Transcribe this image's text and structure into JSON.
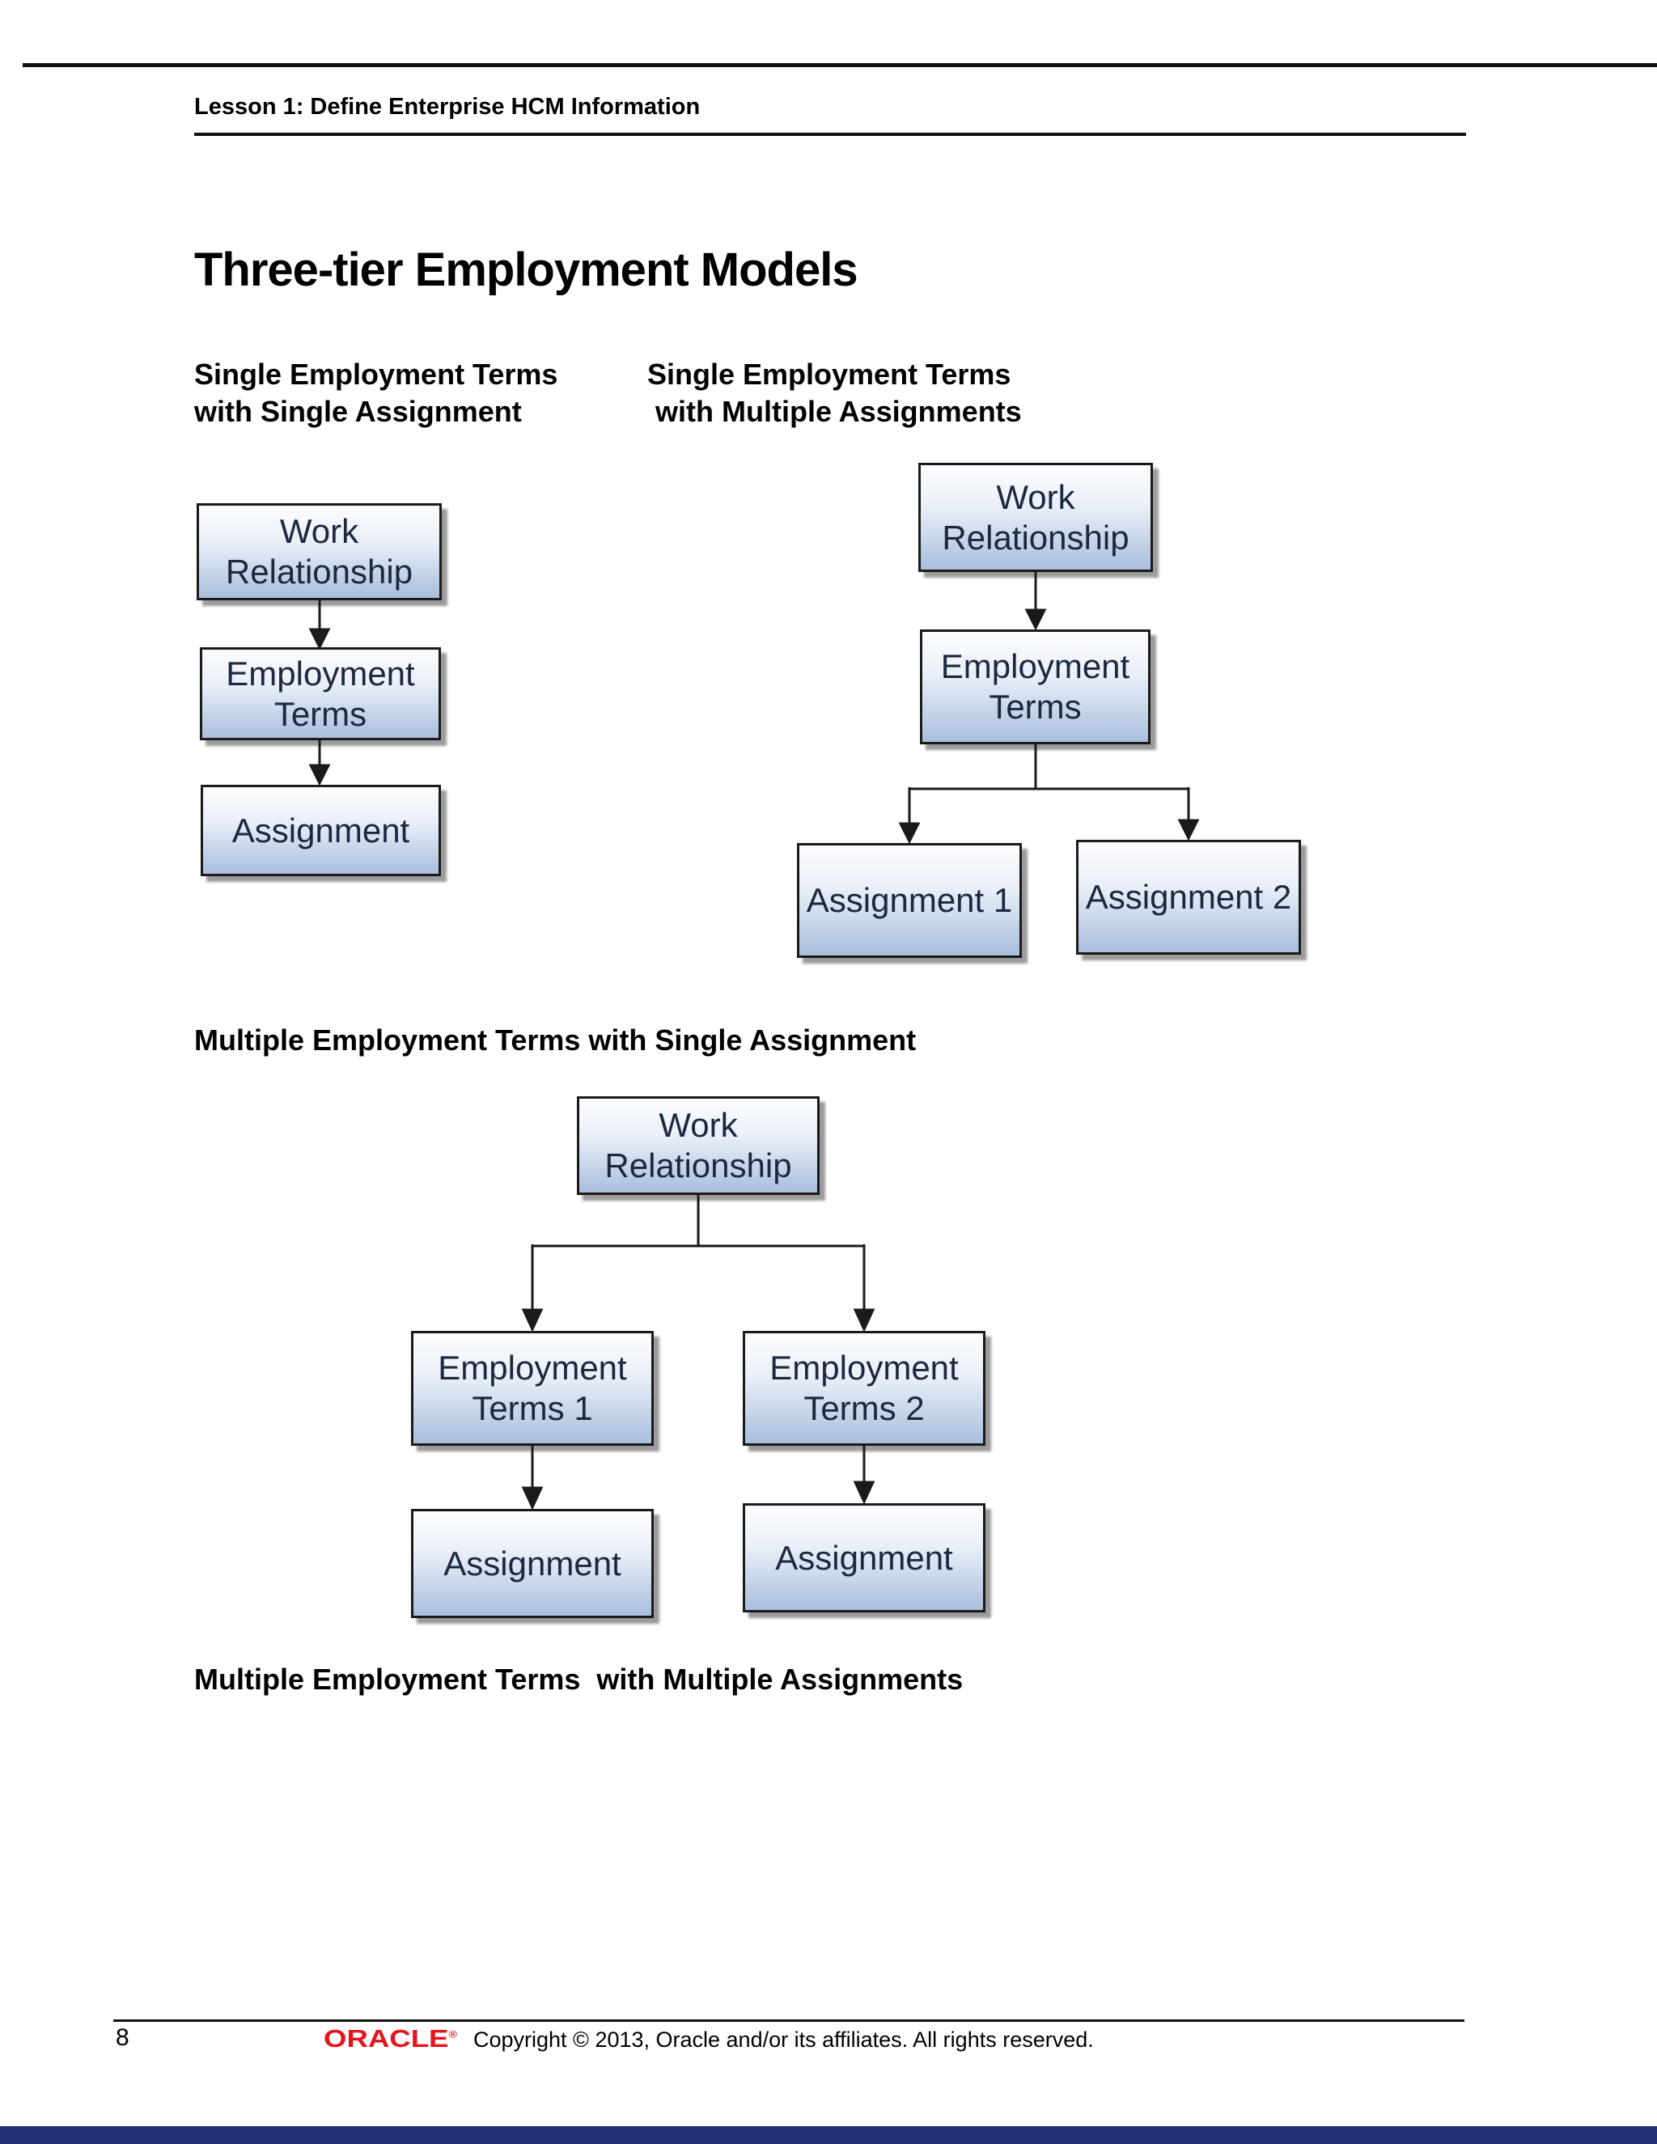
{
  "header": {
    "lesson": "Lesson 1: Define Enterprise HCM Information"
  },
  "title": "Three-tier Employment Models",
  "sections": {
    "single_single_heading": "Single Employment Terms\nwith Single Assignment",
    "single_multiple_heading": "Single Employment Terms\n with Multiple Assignments",
    "multiple_single_heading": "Multiple Employment Terms with Single Assignment",
    "multiple_multiple_heading": "Multiple Employment Terms  with Multiple Assignments"
  },
  "diagrams": {
    "single_single": {
      "work_relationship": "Work Relationship",
      "employment_terms": "Employment Terms",
      "assignment": "Assignment"
    },
    "single_multiple": {
      "work_relationship": "Work Relationship",
      "employment_terms": "Employment Terms",
      "assignment1": "Assignment 1",
      "assignment2": "Assignment 2"
    },
    "multiple_single": {
      "work_relationship": "Work Relationship",
      "employment_terms1": "Employment Terms 1",
      "employment_terms2": "Employment Terms 2",
      "assignment_left": "Assignment",
      "assignment_right": "Assignment"
    }
  },
  "footer": {
    "page_number": "8",
    "logo": "ORACLE",
    "registered_mark": "®",
    "copyright": "Copyright © 2013, Oracle and/or its affiliates. All rights reserved."
  },
  "colors": {
    "box_border": "#1a1a1a",
    "box_text": "#1c2740",
    "box_gradient_top": "#fdfdfe",
    "box_gradient_bottom": "#a9bedd",
    "oracle_red": "#e8131d",
    "bottom_bar": "#203274"
  }
}
